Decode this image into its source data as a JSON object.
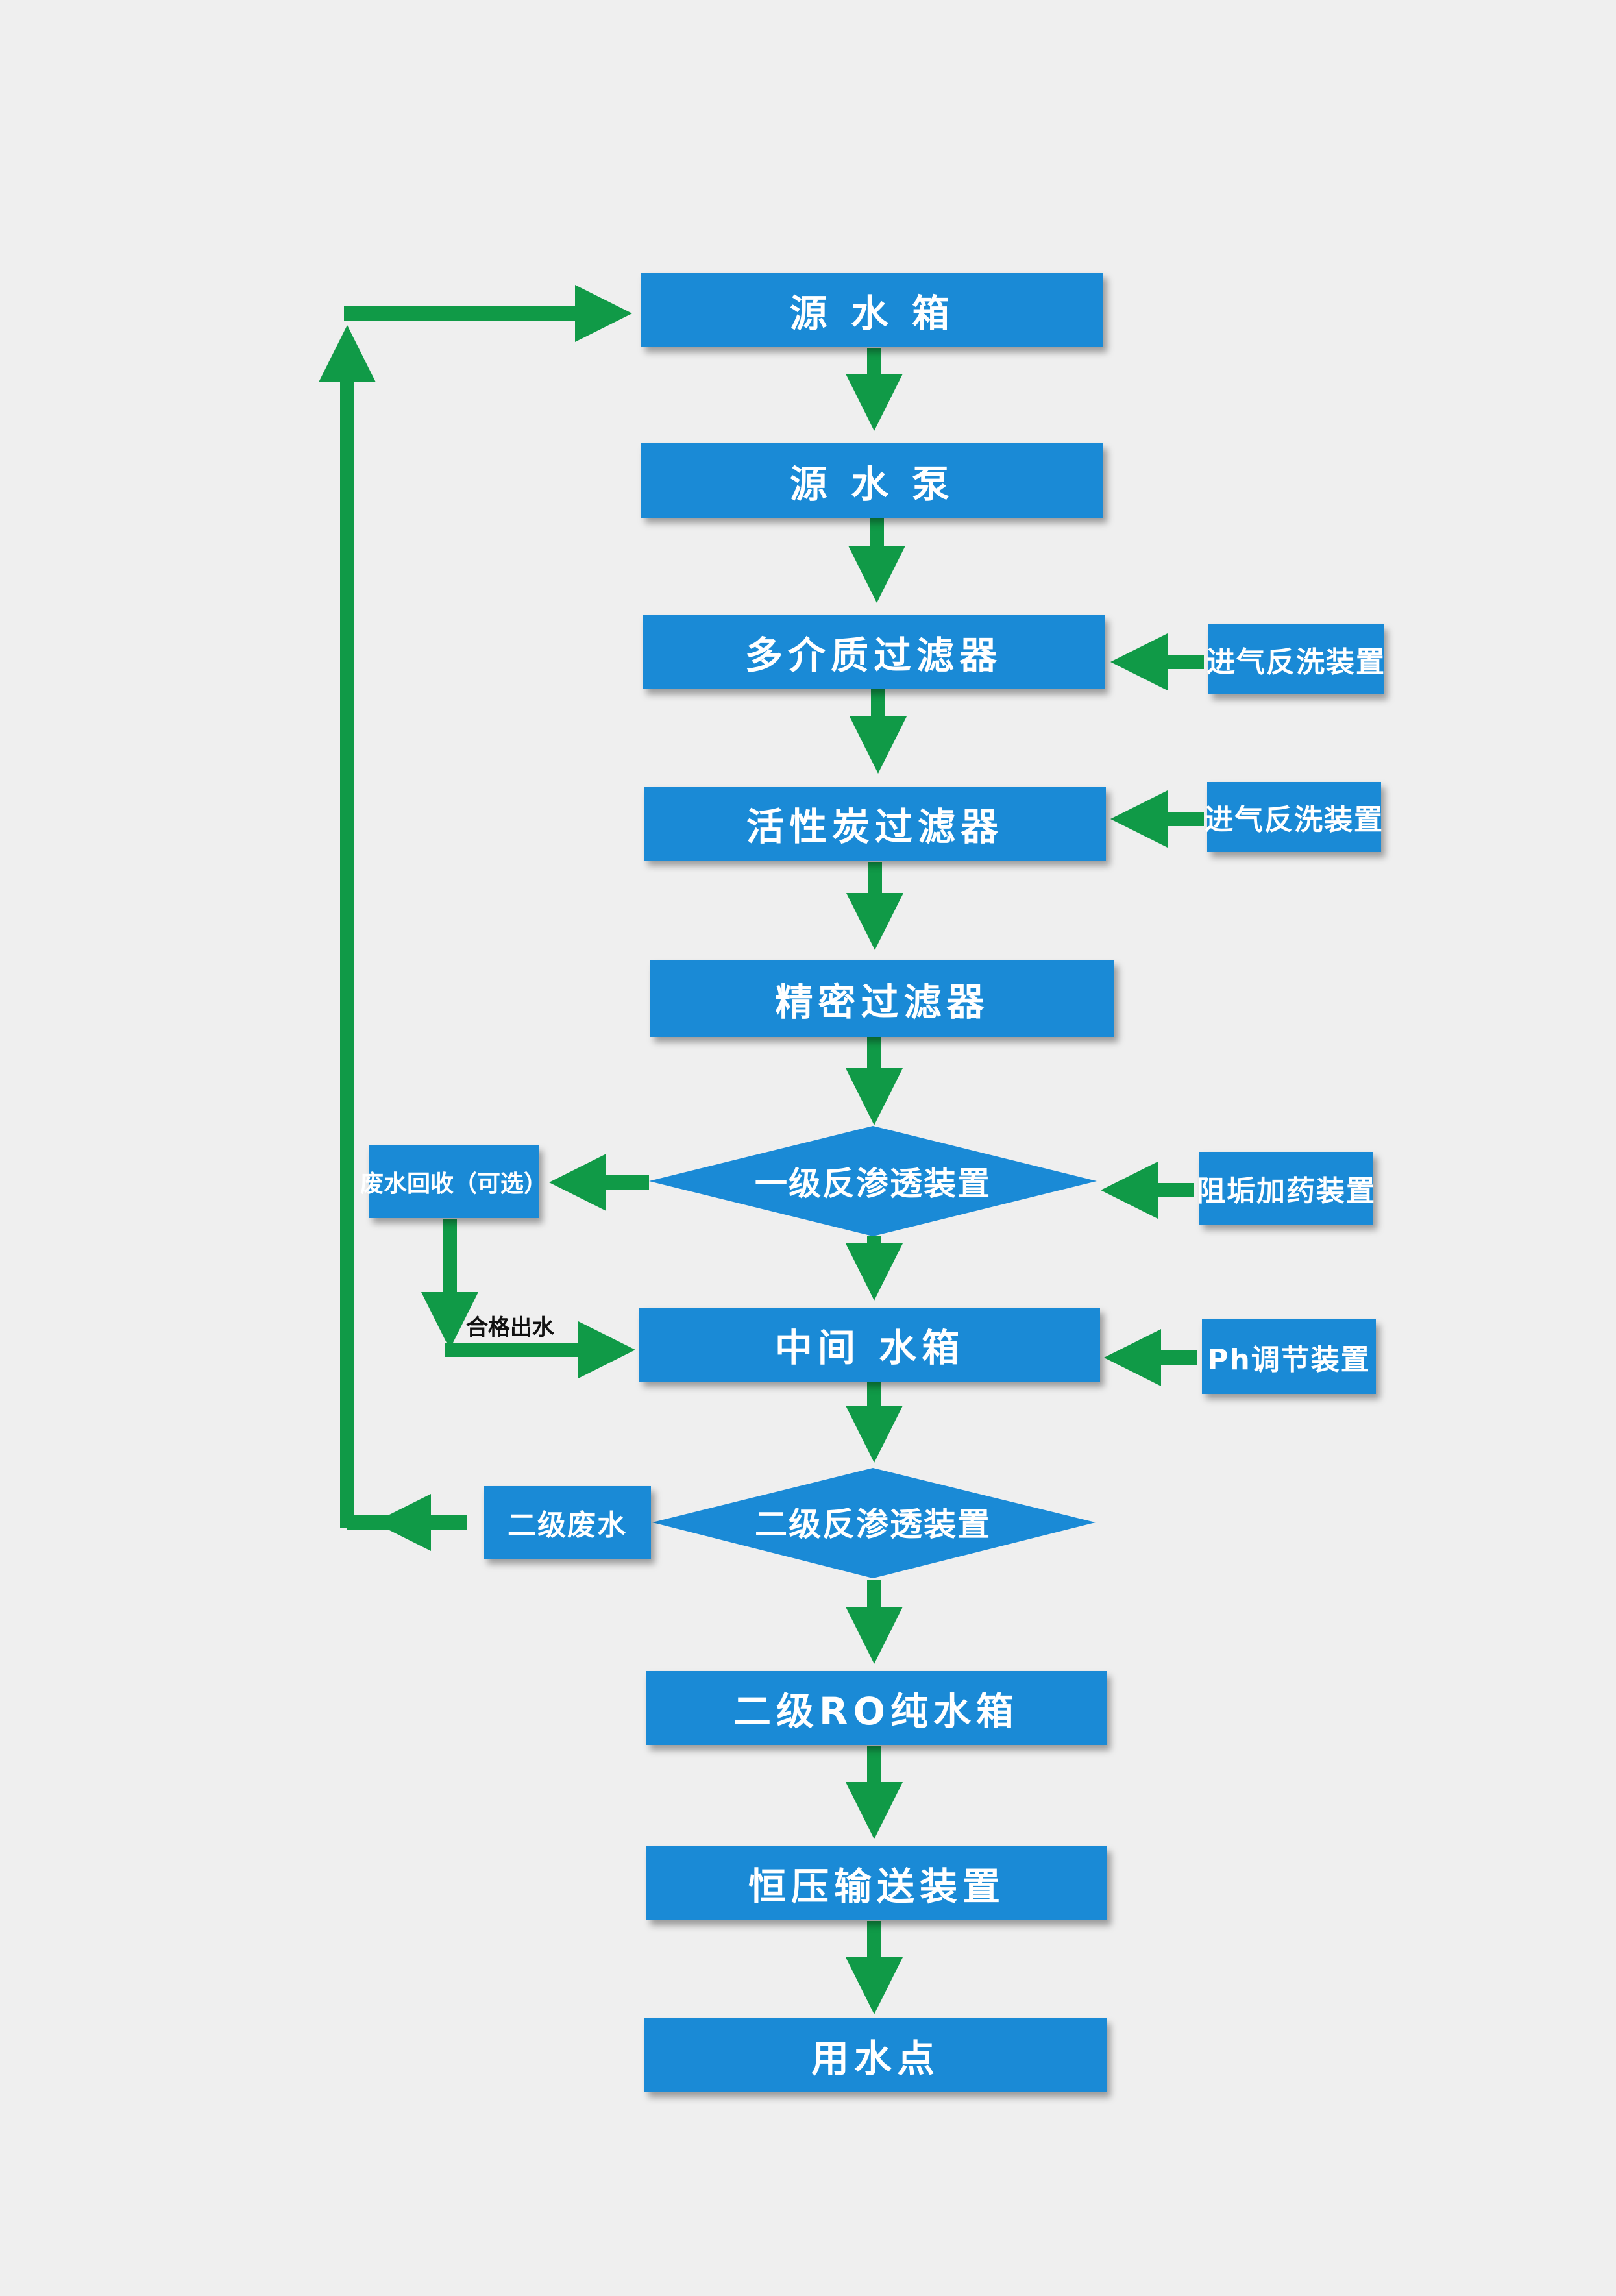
{
  "colors": {
    "box": "#1a8ad6",
    "arrow": "#109a47",
    "background": "#efefef"
  },
  "main_flow": {
    "source_tank": "源 水 箱",
    "source_pump": "源 水 泵",
    "multimedia_filter": "多介质过滤器",
    "carbon_filter": "活性炭过滤器",
    "precision_filter": "精密过滤器",
    "ro1": "一级反渗透装置",
    "mid_tank": "中间 水箱",
    "ro2": "二级反渗透装置",
    "ro_pure_tank": "二级RO纯水箱",
    "pressure_delivery": "恒压输送装置",
    "use_point": "用水点"
  },
  "side_inputs": {
    "backwash1": "进气反洗装置",
    "backwash2": "进气反洗装置",
    "antiscalant": "阻垢加药装置",
    "ph_adjust": "Ph调节装置"
  },
  "waste": {
    "recovery": "废水回收（可选）",
    "qualified_out": "合格出水",
    "second_waste": "二级废水"
  }
}
